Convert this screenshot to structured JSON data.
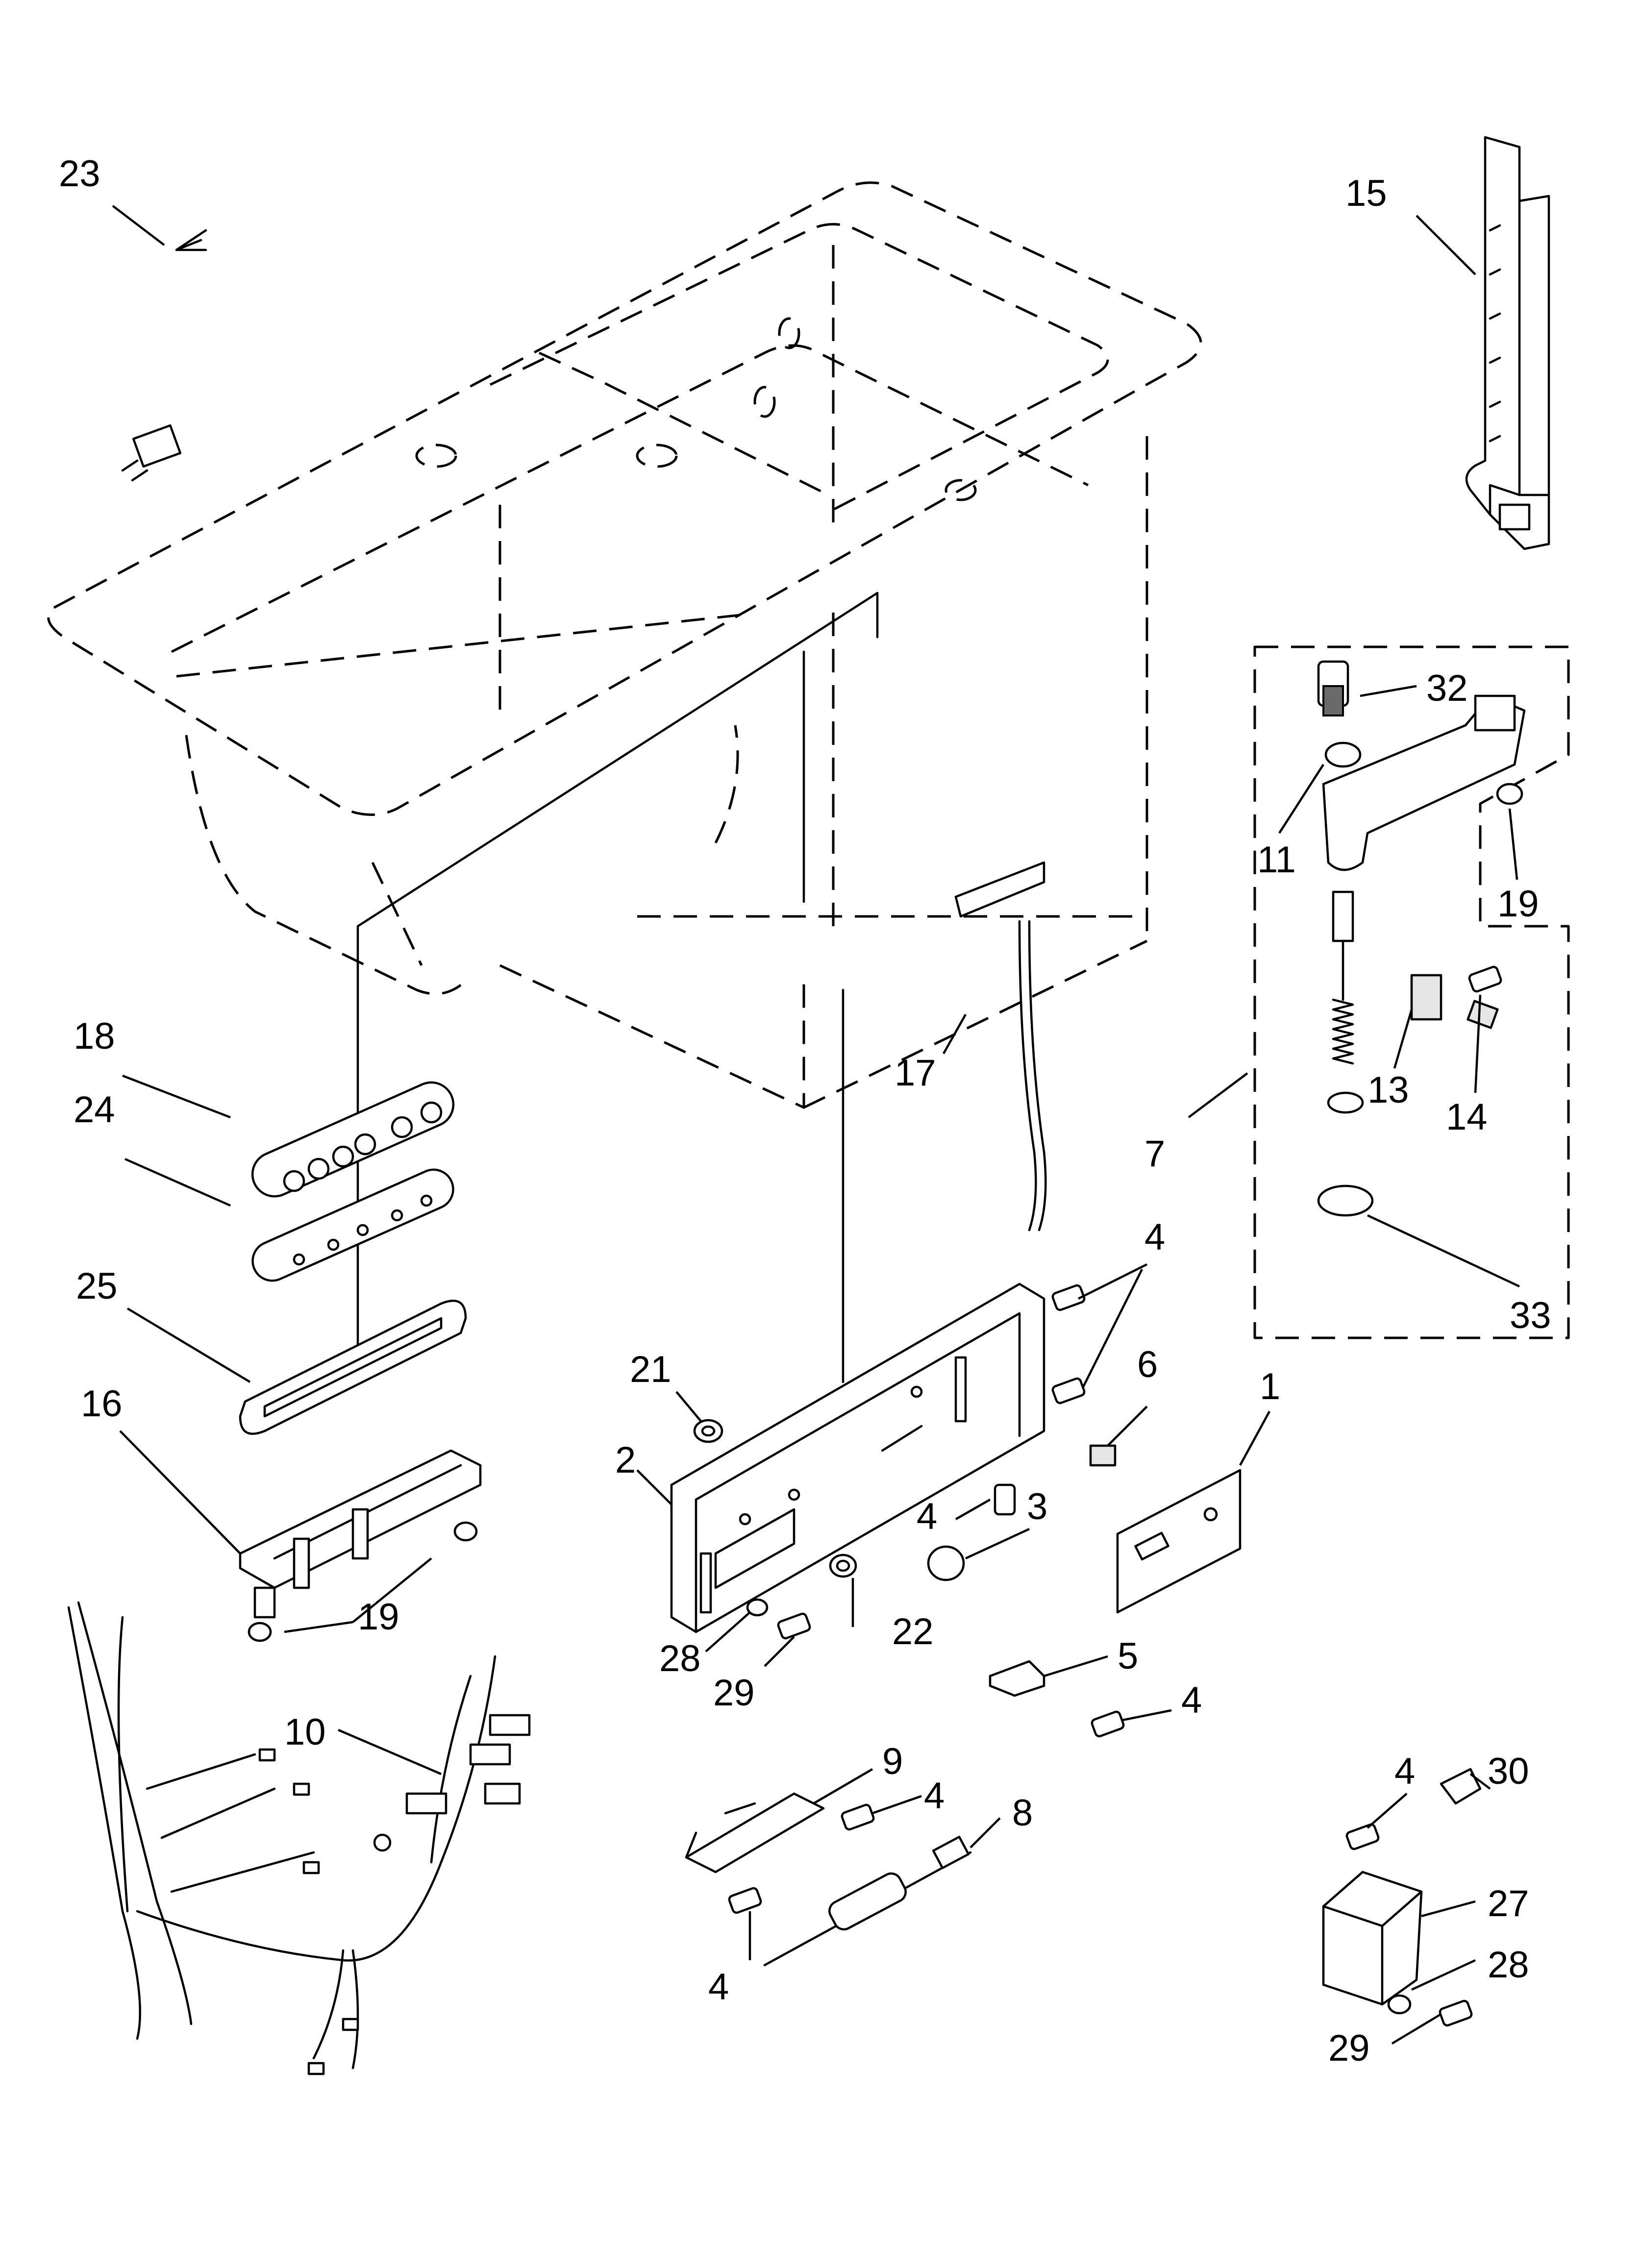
{
  "diagram": {
    "callouts": [
      {
        "id": "c23",
        "label": "23"
      },
      {
        "id": "c15",
        "label": "15"
      },
      {
        "id": "c32",
        "label": "32"
      },
      {
        "id": "c11",
        "label": "11"
      },
      {
        "id": "c19a",
        "label": "19"
      },
      {
        "id": "c17",
        "label": "17"
      },
      {
        "id": "c13",
        "label": "13"
      },
      {
        "id": "c14",
        "label": "14"
      },
      {
        "id": "c7",
        "label": "7"
      },
      {
        "id": "c18",
        "label": "18"
      },
      {
        "id": "c24",
        "label": "24"
      },
      {
        "id": "c33",
        "label": "33"
      },
      {
        "id": "c4a",
        "label": "4"
      },
      {
        "id": "c25",
        "label": "25"
      },
      {
        "id": "c21",
        "label": "21"
      },
      {
        "id": "c6",
        "label": "6"
      },
      {
        "id": "c16",
        "label": "16"
      },
      {
        "id": "c1",
        "label": "1"
      },
      {
        "id": "c2",
        "label": "2"
      },
      {
        "id": "c4b",
        "label": "4"
      },
      {
        "id": "c3",
        "label": "3"
      },
      {
        "id": "c19b",
        "label": "19"
      },
      {
        "id": "c28a",
        "label": "28"
      },
      {
        "id": "c22",
        "label": "22"
      },
      {
        "id": "c29a",
        "label": "29"
      },
      {
        "id": "c5",
        "label": "5"
      },
      {
        "id": "c4c",
        "label": "4"
      },
      {
        "id": "c10",
        "label": "10"
      },
      {
        "id": "c9",
        "label": "9"
      },
      {
        "id": "c4d",
        "label": "4"
      },
      {
        "id": "c8",
        "label": "8"
      },
      {
        "id": "c4e",
        "label": "4"
      },
      {
        "id": "c30",
        "label": "30"
      },
      {
        "id": "c27",
        "label": "27"
      },
      {
        "id": "c4f",
        "label": "4"
      },
      {
        "id": "c28b",
        "label": "28"
      },
      {
        "id": "c29b",
        "label": "29"
      }
    ]
  }
}
